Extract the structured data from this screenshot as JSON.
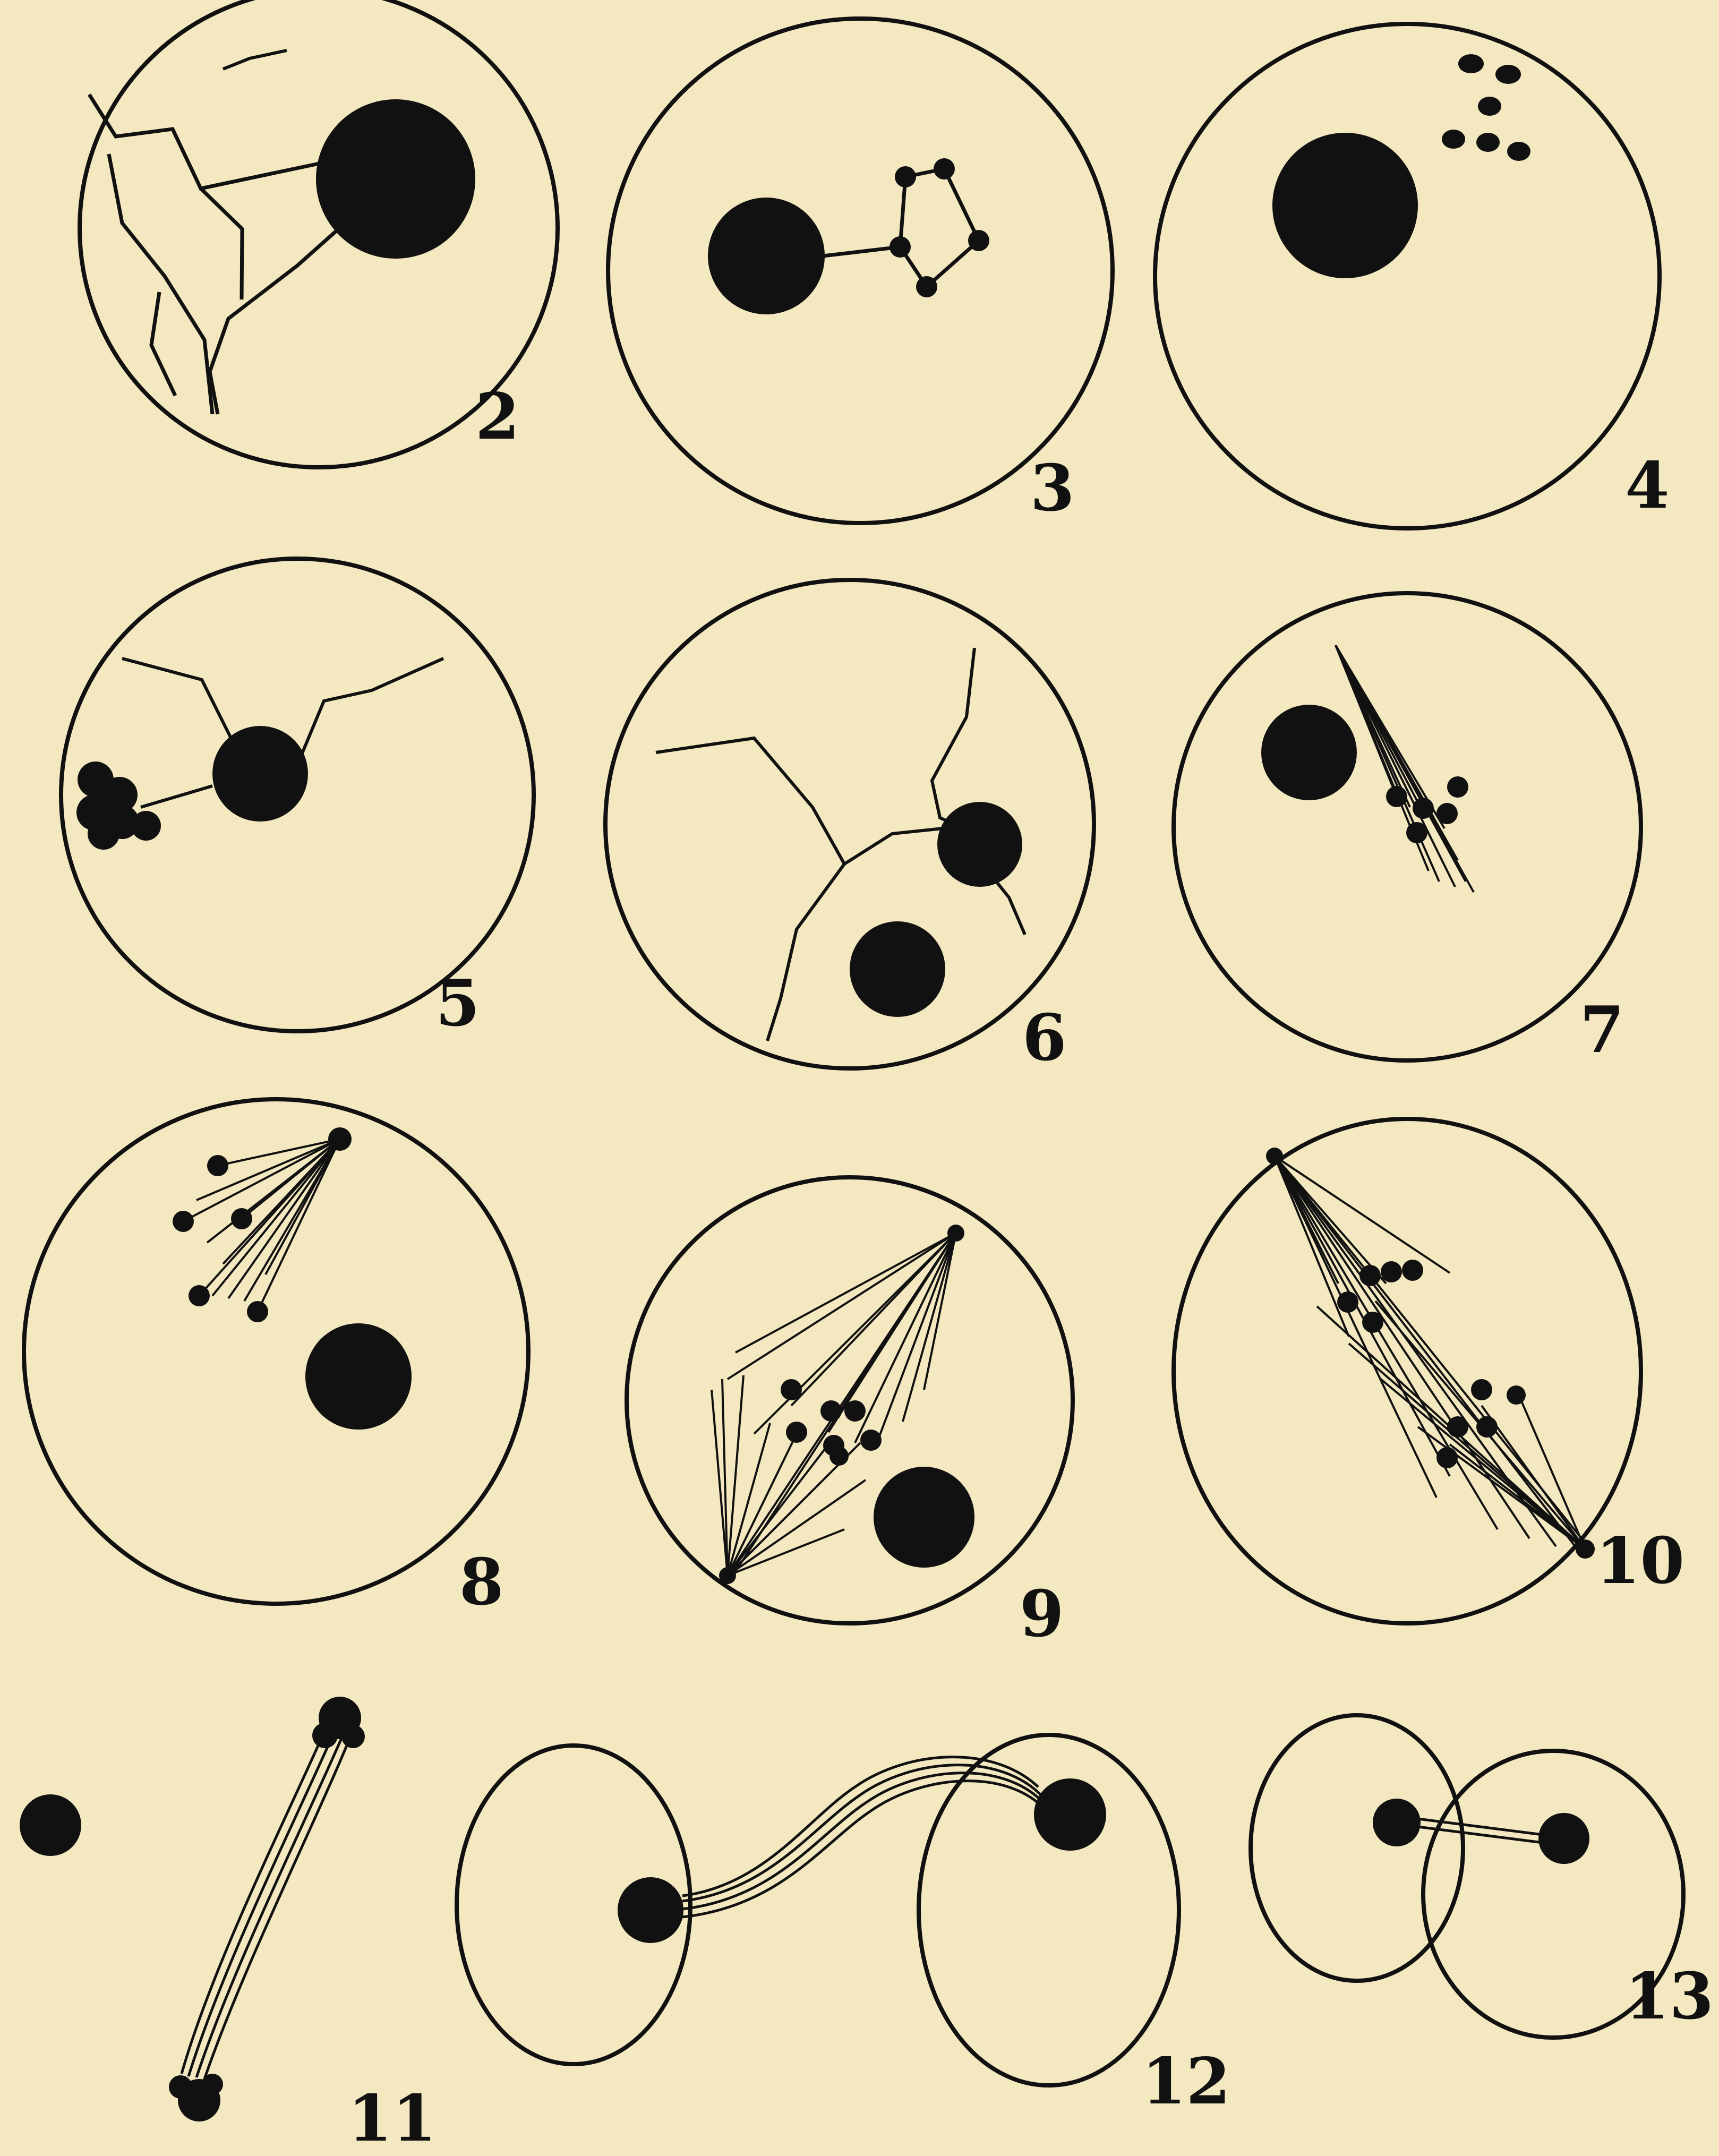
{
  "figures": [
    {
      "id": "fig-2",
      "label": "2"
    },
    {
      "id": "fig-3",
      "label": "3"
    },
    {
      "id": "fig-4",
      "label": "4"
    },
    {
      "id": "fig-5",
      "label": "5"
    },
    {
      "id": "fig-6",
      "label": "6"
    },
    {
      "id": "fig-7",
      "label": "7"
    },
    {
      "id": "fig-8",
      "label": "8"
    },
    {
      "id": "fig-9",
      "label": "9"
    },
    {
      "id": "fig-10",
      "label": "10"
    },
    {
      "id": "fig-11",
      "label": "11"
    },
    {
      "id": "fig-12",
      "label": "12"
    },
    {
      "id": "fig-13",
      "label": "13"
    }
  ],
  "colors": {
    "paper": "#f3e8bf",
    "ink": "#111111"
  }
}
